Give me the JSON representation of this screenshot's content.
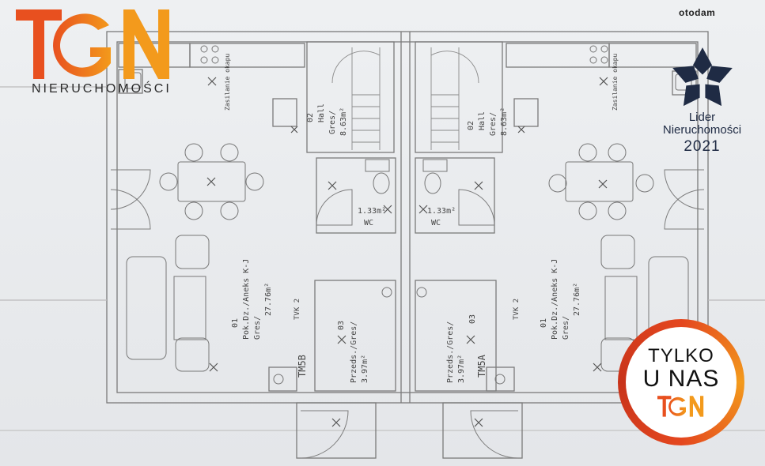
{
  "brand": {
    "logo_letters": "TGN",
    "logo_sub": "NIERUCHOMOŚCI",
    "primary_color": "#e8501f",
    "secondary_color": "#f39a1c"
  },
  "portal": {
    "name": "otodam"
  },
  "award": {
    "line1": "Lider",
    "line2": "Nieruchomości",
    "year": "2021",
    "color": "#1f2b44",
    "icon": "award-star-icon"
  },
  "badge": {
    "line1": "TYLKO",
    "line2": "U NAS",
    "logo_letters": "TGN"
  },
  "plan": {
    "left": {
      "hall": {
        "num": "02",
        "name": "Hall",
        "floor": "Gres/",
        "area": "8.63m²"
      },
      "living": {
        "num": "01",
        "name": "Pok.Dz./Aneks K-J",
        "floor": "Gres/",
        "area": "27.76m²"
      },
      "hallway": {
        "num": "03",
        "name": "Przeds./Gres/",
        "area": "3.97m²"
      },
      "wc": {
        "name": "WC",
        "area": "1.33m²"
      },
      "unit": "TM5B",
      "stack": "TVK 2",
      "mark": "Zasilanie okapu"
    },
    "right": {
      "hall": {
        "num": "02",
        "name": "Hall",
        "floor": "Gres/",
        "area": "8.63m²"
      },
      "living": {
        "num": "01",
        "name": "Pok.Dz./Aneks K-J",
        "floor": "Gres/",
        "area": "27.76m²"
      },
      "hallway": {
        "num": "03",
        "name": "Przeds./Gres/",
        "area": "3.97m²"
      },
      "wc": {
        "name": "WC",
        "area": "1.33m²"
      },
      "unit": "TM5A",
      "stack": "TVK 2",
      "mark": "Zasilanie okapu"
    }
  }
}
